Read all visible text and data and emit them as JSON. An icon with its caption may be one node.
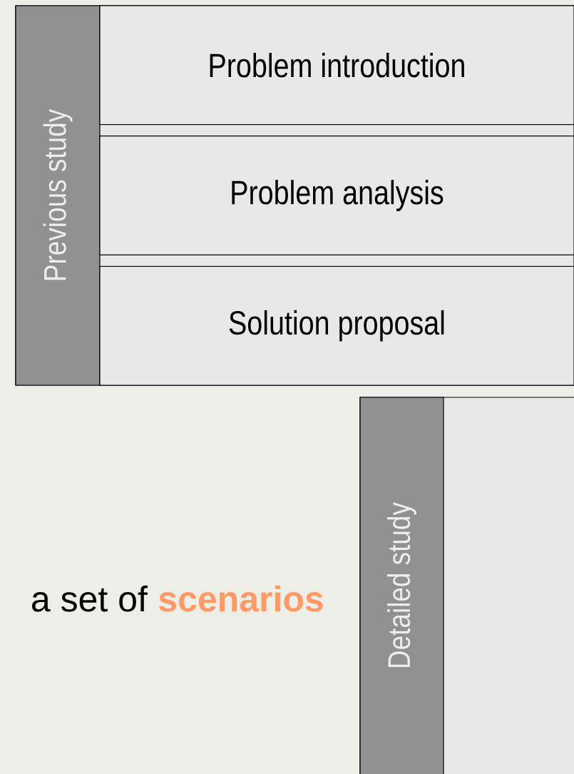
{
  "diagram": {
    "nodes": [
      {
        "text": [
          "Previous study"
        ]
      },
      {
        "text": [
          "Problem introduction"
        ],
        "in": 0
      },
      {
        "text": [
          "Problem analysis"
        ],
        "in": 0
      },
      {
        "text": [
          "Solution proposal"
        ],
        "in": 0
      },
      {
        "text": [
          "Detailed study"
        ]
      }
    ],
    "labels": [
      "a set of",
      "scenarios"
    ]
  }
}
